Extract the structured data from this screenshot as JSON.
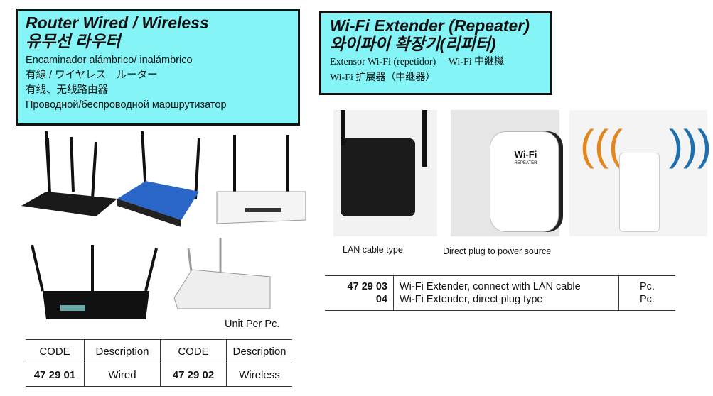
{
  "router_box": {
    "title": "Router Wired / Wireless",
    "korean": "유무선 라우터",
    "spanish": "Encaminador alámbrico/ inalámbrico",
    "japanese": "有線 / ワイヤレス　ルーター",
    "chinese": "有线、无线路由器",
    "russian": "Проводной/беспроводной маршрутизатор"
  },
  "extender_box": {
    "title": "Wi-Fi Extender (Repeater)",
    "korean": "와이파이 확장기(리피터)",
    "spanish": "Extensor Wi-Fi (repetidor)",
    "japanese": "Wi-Fi 中継機",
    "chinese": "Wi-Fi 扩展器（中继器）"
  },
  "unit_label": "Unit Per Pc.",
  "router_table": {
    "headers": [
      "CODE",
      "Description",
      "CODE",
      "Description"
    ],
    "row": [
      "47 29 01",
      "Wired",
      "47 29 02",
      "Wireless"
    ]
  },
  "extender_captions": [
    "LAN cable type",
    "Direct plug to power source"
  ],
  "extender_table": {
    "rows": [
      {
        "code": "47 29 03",
        "desc": "Wi-Fi Extender, connect with LAN cable",
        "unit": "Pc."
      },
      {
        "code": "04",
        "desc": "Wi-Fi Extender, direct plug type",
        "unit": "Pc."
      }
    ]
  },
  "product_labels": {
    "wifi": "Wi-Fi",
    "repeater": "REPEATER"
  }
}
